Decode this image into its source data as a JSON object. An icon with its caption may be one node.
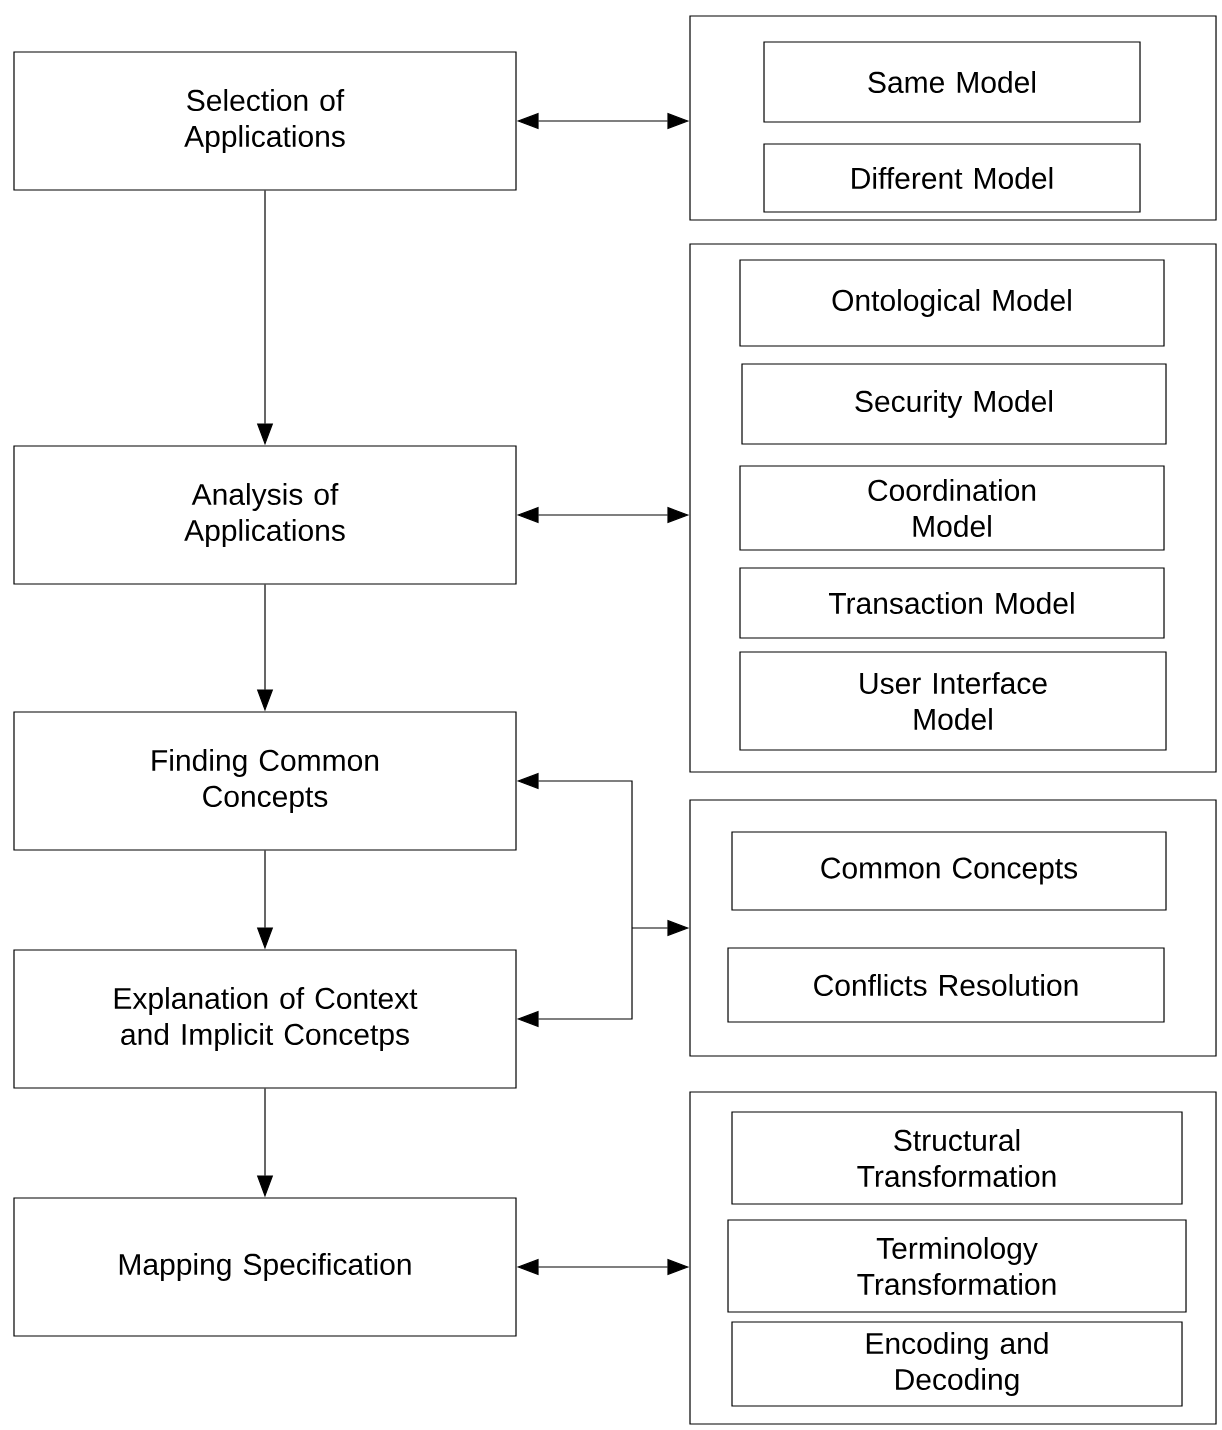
{
  "diagram": {
    "nodes": [
      {
        "text": [
          "Selection of Applications"
        ]
      },
      {
        "text": [],
        "shape": "box"
      },
      {
        "text": [
          "Same Model"
        ],
        "in": 1
      },
      {
        "text": [
          "Different Model"
        ],
        "in": 1
      },
      {
        "text": [
          "Analysis of Applications"
        ]
      },
      {
        "text": [],
        "shape": "box"
      },
      {
        "text": [
          "Ontological Model"
        ],
        "in": 5
      },
      {
        "text": [
          "Security Model"
        ],
        "in": 5
      },
      {
        "text": [
          "Coordination Model"
        ],
        "in": 5
      },
      {
        "text": [
          "Transaction Model"
        ],
        "in": 5
      },
      {
        "text": [
          "User Interface Model"
        ],
        "in": 5
      },
      {
        "text": [
          "Finding Common Concepts"
        ]
      },
      {
        "text": [],
        "shape": "box"
      },
      {
        "text": [
          "Common Concepts"
        ],
        "in": 12
      },
      {
        "text": [
          "Conflicts Resolution"
        ],
        "in": 12
      },
      {
        "text": [
          "Explanation of Context and Implicit Concetps"
        ]
      },
      {
        "text": [
          "Mapping Specification"
        ]
      },
      {
        "text": [],
        "shape": "box"
      },
      {
        "text": [
          "Structural Transformation"
        ],
        "in": 17
      },
      {
        "text": [
          "Terminology Transformation"
        ],
        "in": 17
      },
      {
        "text": [
          "Encoding and Decoding"
        ],
        "in": 17
      }
    ],
    "edges": [
      {
        "from": 0,
        "to": 1,
        "arrow": "both"
      },
      {
        "from": 0,
        "to": 4,
        "arrow": "to"
      },
      {
        "from": 4,
        "to": 5,
        "arrow": "both"
      },
      {
        "from": 4,
        "to": 11,
        "arrow": "to"
      },
      {
        "from": 12,
        "to": 11,
        "arrow": "both"
      },
      {
        "from": 12,
        "to": 15,
        "arrow": "both"
      },
      {
        "from": 11,
        "to": 15,
        "arrow": "to"
      },
      {
        "from": 15,
        "to": 16,
        "arrow": "to"
      },
      {
        "from": 16,
        "to": 17,
        "arrow": "both"
      }
    ]
  }
}
